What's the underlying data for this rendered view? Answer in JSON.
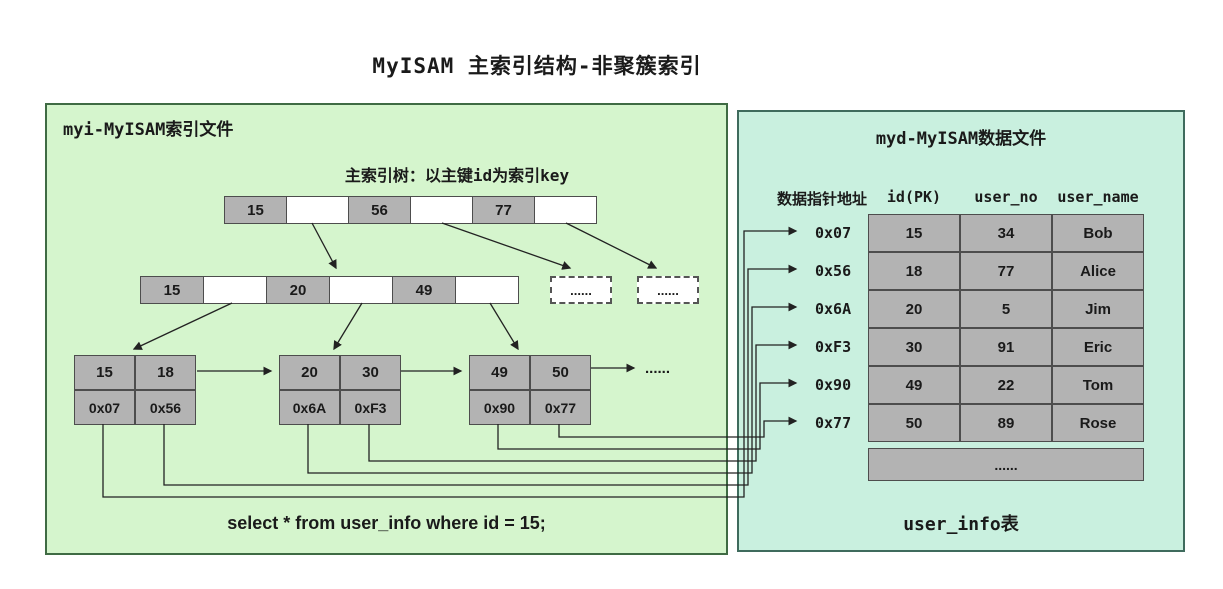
{
  "title": "MyISAM 主索引结构-非聚簇索引",
  "index_file": {
    "title": "myi-MyISAM索引文件",
    "tree_caption": "主索引树：以主键id为索引key",
    "root_cells": [
      "15",
      "",
      "56",
      "",
      "77",
      ""
    ],
    "mid_cells": [
      "15",
      "",
      "20",
      "",
      "49",
      ""
    ],
    "ellipsis_nodes": [
      "......",
      "......"
    ],
    "leaf_blocks": [
      {
        "keys": [
          "15",
          "18"
        ],
        "pointers": [
          "0x07",
          "0x56"
        ]
      },
      {
        "keys": [
          "20",
          "30"
        ],
        "pointers": [
          "0x6A",
          "0xF3"
        ]
      },
      {
        "keys": [
          "49",
          "50"
        ],
        "pointers": [
          "0x90",
          "0x77"
        ]
      }
    ],
    "leaf_more": "......",
    "query": "select  * from user_info  where id = 15;"
  },
  "data_file": {
    "title": "myd-MyISAM数据文件",
    "pointer_header": "数据指针地址",
    "columns": [
      "id(PK)",
      "user_no",
      "user_name"
    ],
    "pointers": [
      "0x07",
      "0x56",
      "0x6A",
      "0xF3",
      "0x90",
      "0x77"
    ],
    "rows": [
      [
        "15",
        "34",
        "Bob"
      ],
      [
        "18",
        "77",
        "Alice"
      ],
      [
        "20",
        "5",
        "Jim"
      ],
      [
        "30",
        "91",
        "Eric"
      ],
      [
        "49",
        "22",
        "Tom"
      ],
      [
        "50",
        "89",
        "Rose"
      ]
    ],
    "more_row": "......",
    "table_label": "user_info表"
  },
  "colors": {
    "index_panel_bg": "#d5f5cd",
    "data_panel_bg": "#c9f0df",
    "cell_fill": "#b3b3b3",
    "index_panel_border": "#3f6b44",
    "data_panel_border": "#3f6b5d",
    "connector_line": "#222222"
  }
}
